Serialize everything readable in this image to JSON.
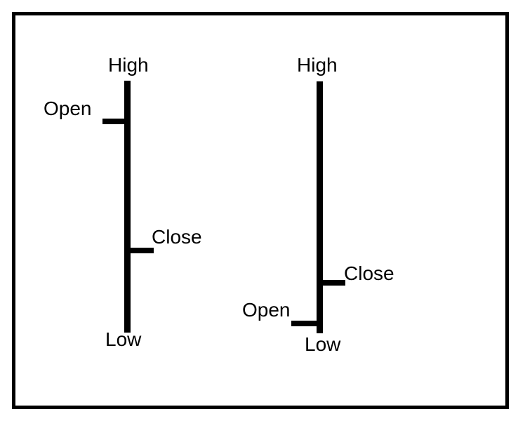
{
  "bars": [
    {
      "high_label": "High",
      "low_label": "Low",
      "open_label": "Open",
      "close_label": "Close"
    },
    {
      "high_label": "High",
      "low_label": "Low",
      "open_label": "Open",
      "close_label": "Close"
    }
  ],
  "colors": {
    "ink": "#000000",
    "background": "#ffffff"
  }
}
